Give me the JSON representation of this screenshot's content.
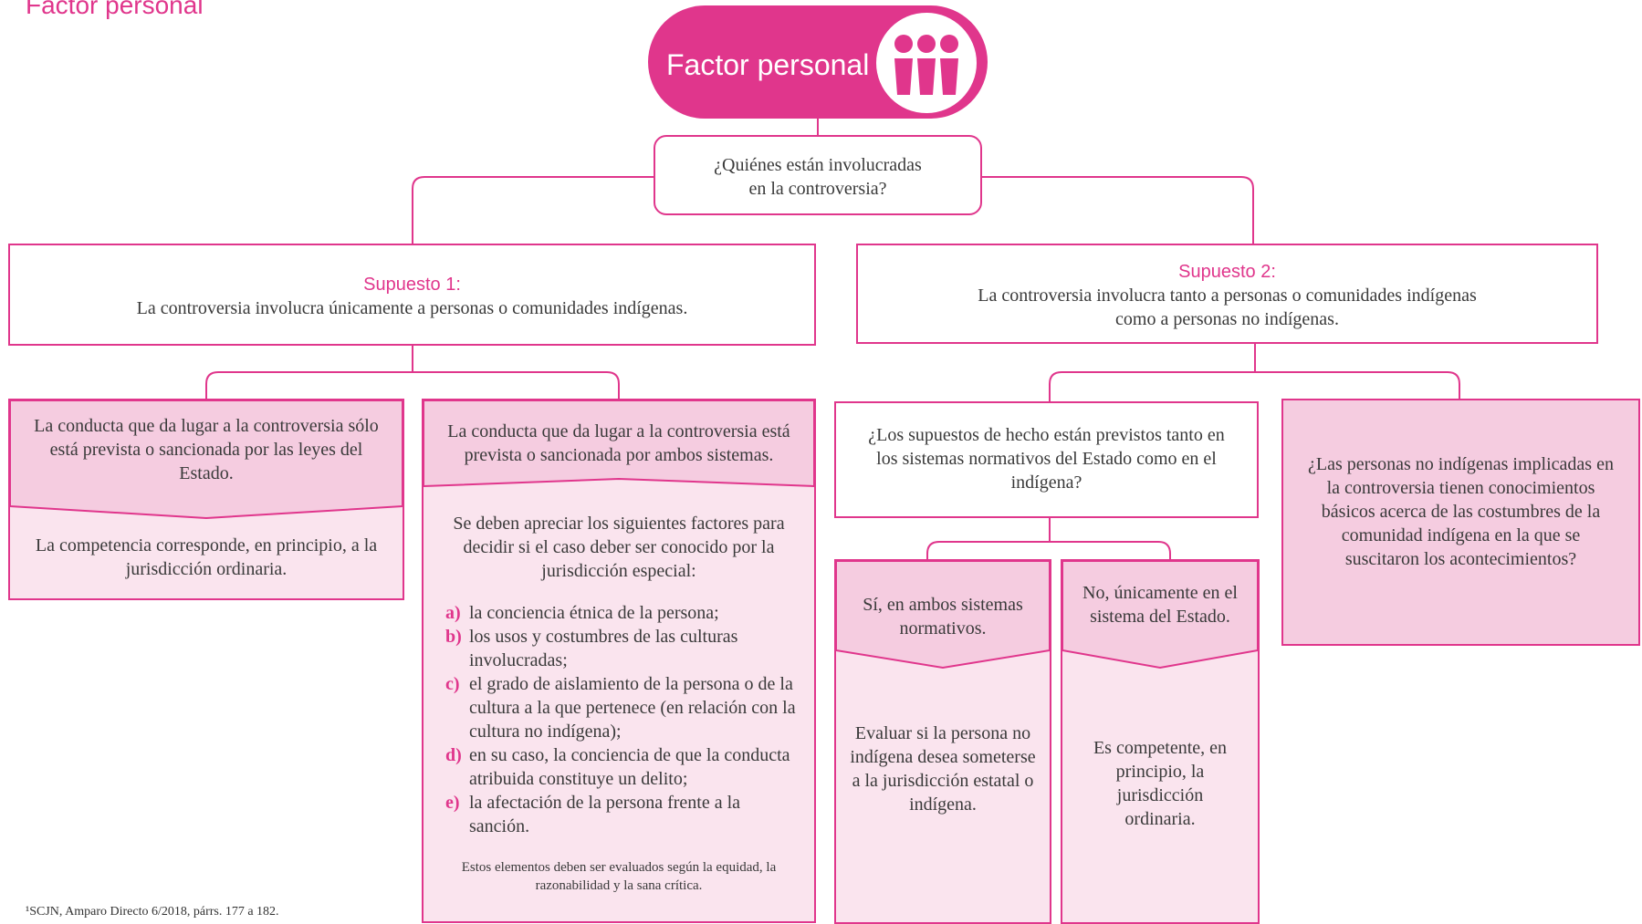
{
  "page_title": "Factor personal",
  "header": {
    "label": "Factor personal",
    "icon": "people-icon"
  },
  "question": "¿Quiénes están involucradas\nen la controversia?",
  "supuesto1": {
    "title": "Supuesto 1:",
    "text": "La controversia involucra únicamente a personas o comunidades indígenas.",
    "left": {
      "top": "La conducta que da lugar a la controversia sólo está prevista o sancionada por las leyes del Estado.",
      "bottom": "La competencia corresponde, en principio, a la jurisdicción ordinaria."
    },
    "right": {
      "top": "La conducta que da lugar a la controversia está prevista o sancionada por ambos sistemas.",
      "intro": "Se deben apreciar los siguientes factores para decidir si el caso deber ser conocido por la jurisdicción especial:",
      "factors": [
        {
          "letter": "a)",
          "text": "la conciencia étnica de la persona;"
        },
        {
          "letter": "b)",
          "text": "los usos y costumbres de las culturas involucradas;"
        },
        {
          "letter": "c)",
          "text": "el grado de aislamiento de la persona o de la cultura a la que pertenece (en relación con la cultura no indígena);"
        },
        {
          "letter": "d)",
          "text": "en su caso, la conciencia de que la conducta atribuida constituye un delito;"
        },
        {
          "letter": "e)",
          "text": "la afectación de la persona frente a la sanción."
        }
      ],
      "note": "Estos elementos deben ser evaluados según la equidad, la razonabilidad y la sana crítica."
    }
  },
  "supuesto2": {
    "title": "Supuesto 2:",
    "text": "La controversia involucra tanto a personas o comunidades indígenas\ncomo a personas no indígenas.",
    "question_left": "¿Los supuestos de hecho están previstos tanto en los sistemas normativos del Estado como en el indígena?",
    "question_right": "¿Las personas no indígenas implicadas en la controversia tienen conocimientos básicos acerca de las costumbres de la comunidad indígena en la que se suscitaron los acontecimientos?",
    "yes": {
      "top": "Sí, en ambos sistemas normativos.",
      "bottom": "Evaluar si la persona no indígena desea someterse a la jurisdicción estatal o indígena."
    },
    "no": {
      "top": "No, únicamente en el sistema del Estado.",
      "bottom": "Es competente, en principio, la jurisdicción ordinaria."
    }
  },
  "footnote": "¹SCJN, Amparo Directo 6/2018, párrs. 177 a 182.",
  "colors": {
    "accent": "#e0368c",
    "pink": "#f5cce0",
    "light_pink": "#fae4ee"
  }
}
